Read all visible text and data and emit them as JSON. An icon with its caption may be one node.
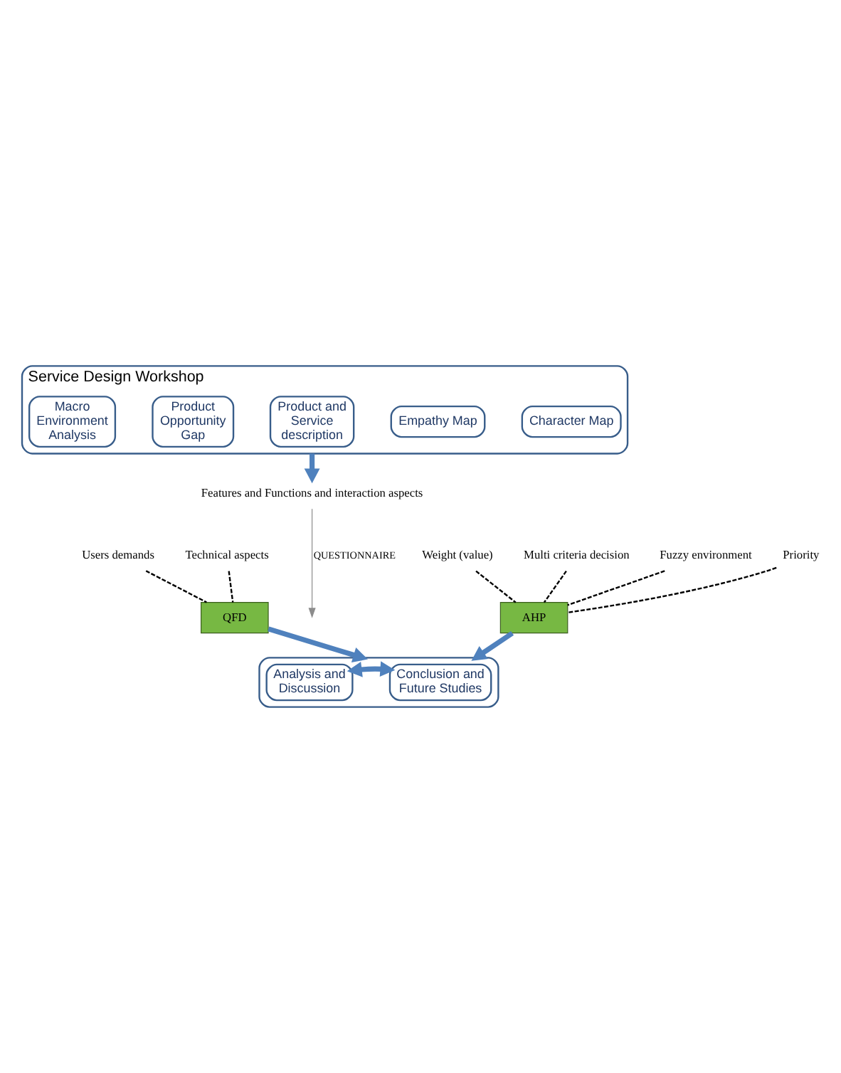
{
  "diagram": {
    "nodes": [
      {
        "text": [
          "Service Design Workshop"
        ]
      },
      {
        "text": [
          "Macro Environment Analysis"
        ],
        "in": 0
      },
      {
        "text": [
          "Product Opportunity Gap"
        ],
        "in": 0
      },
      {
        "text": [
          "Product and Service description"
        ],
        "in": 0
      },
      {
        "text": [
          "Empathy Map"
        ],
        "in": 0
      },
      {
        "text": [
          "Character Map"
        ],
        "in": 0
      },
      {
        "text": [
          "Features and Functions and interaction aspects"
        ]
      },
      {
        "text": [
          "QFD"
        ]
      },
      {
        "text": [
          "AHP"
        ]
      },
      {
        "text": [
          "Users demands"
        ]
      },
      {
        "text": [
          "Technical aspects"
        ]
      },
      {
        "text": [
          "Multi criteria decision"
        ]
      },
      {
        "text": [
          "Fuzzy environment"
        ]
      },
      {
        "text": [
          "Priority"
        ]
      },
      {
        "text": [
          "Weight (value)"
        ]
      },
      {
        "text": [],
        "shape": "box"
      },
      {
        "text": [
          "Analysis and Discussion"
        ],
        "in": 15
      },
      {
        "text": [
          "Conclusion and Future Studies"
        ],
        "in": 15
      }
    ],
    "edges": [
      {
        "from": 0,
        "to": 6,
        "arrow": "to",
        "style": "thick",
        "color": "#4f81bd"
      },
      {
        "from": 6,
        "to": null,
        "arrow": "to",
        "label": "QUESTIONNAIRE",
        "color": "#8c8c8c"
      },
      {
        "from": 9,
        "to": 7,
        "arrow": "none",
        "style": "dashed"
      },
      {
        "from": 10,
        "to": 7,
        "arrow": "none",
        "style": "dashed"
      },
      {
        "from": 11,
        "to": 8,
        "arrow": "none",
        "style": "dashed"
      },
      {
        "from": 12,
        "to": 8,
        "arrow": "none",
        "style": "dashed"
      },
      {
        "from": 13,
        "to": 8,
        "arrow": "none",
        "style": "dashed"
      },
      {
        "from": 14,
        "to": 8,
        "arrow": "none",
        "style": "dashed"
      },
      {
        "from": 7,
        "to": 15,
        "arrow": "to",
        "style": "thick",
        "color": "#4f81bd"
      },
      {
        "from": 8,
        "to": 15,
        "arrow": "to",
        "style": "thick",
        "color": "#4f81bd"
      },
      {
        "from": 16,
        "to": 17,
        "arrow": "both",
        "style": "thick",
        "color": "#4f81bd"
      }
    ]
  }
}
